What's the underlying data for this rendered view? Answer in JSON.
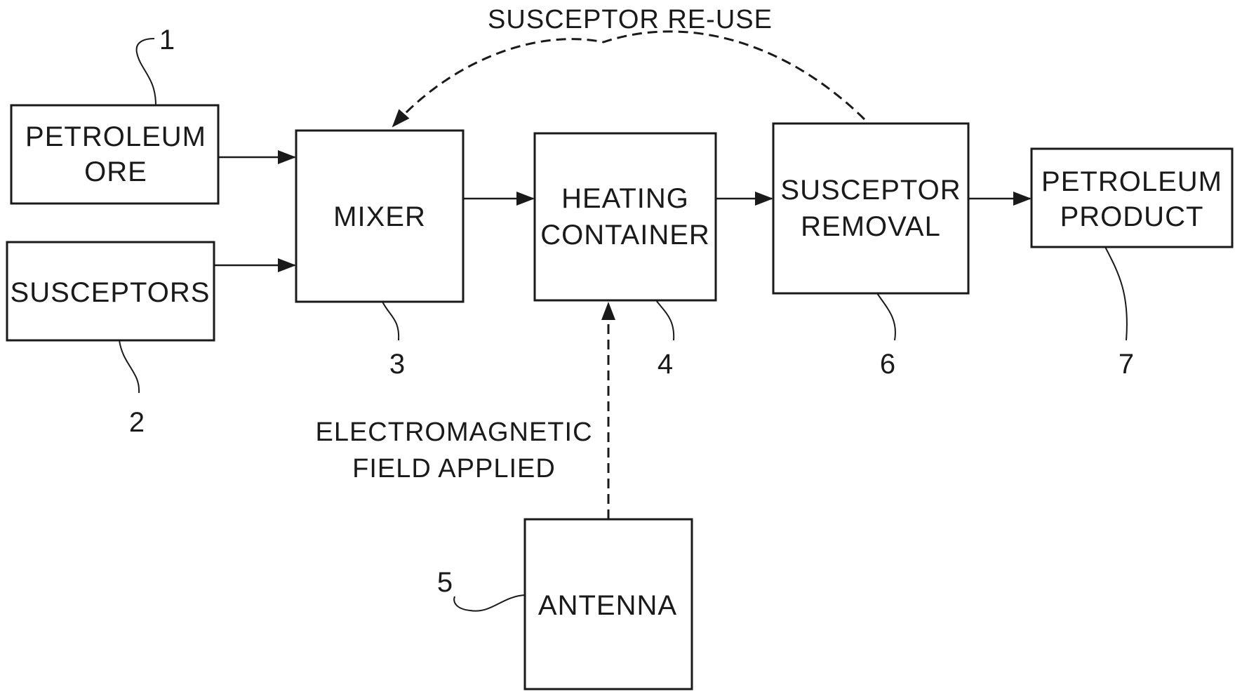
{
  "boxes": {
    "petroleum_ore": {
      "line1": "PETROLEUM",
      "line2": "ORE",
      "ref": "1"
    },
    "susceptors": {
      "line1": "SUSCEPTORS",
      "ref": "2"
    },
    "mixer": {
      "line1": "MIXER",
      "ref": "3"
    },
    "heating_container": {
      "line1": "HEATING",
      "line2": "CONTAINER",
      "ref": "4"
    },
    "antenna": {
      "line1": "ANTENNA",
      "ref": "5"
    },
    "susceptor_removal": {
      "line1": "SUSCEPTOR",
      "line2": "REMOVAL",
      "ref": "6"
    },
    "petroleum_product": {
      "line1": "PETROLEUM",
      "line2": "PRODUCT",
      "ref": "7"
    }
  },
  "captions": {
    "reuse": "SUSCEPTOR RE-USE",
    "field_line1": "ELECTROMAGNETIC",
    "field_line2": "FIELD APPLIED"
  },
  "colors": {
    "ink": "#1a1a1a",
    "background": "#ffffff"
  }
}
